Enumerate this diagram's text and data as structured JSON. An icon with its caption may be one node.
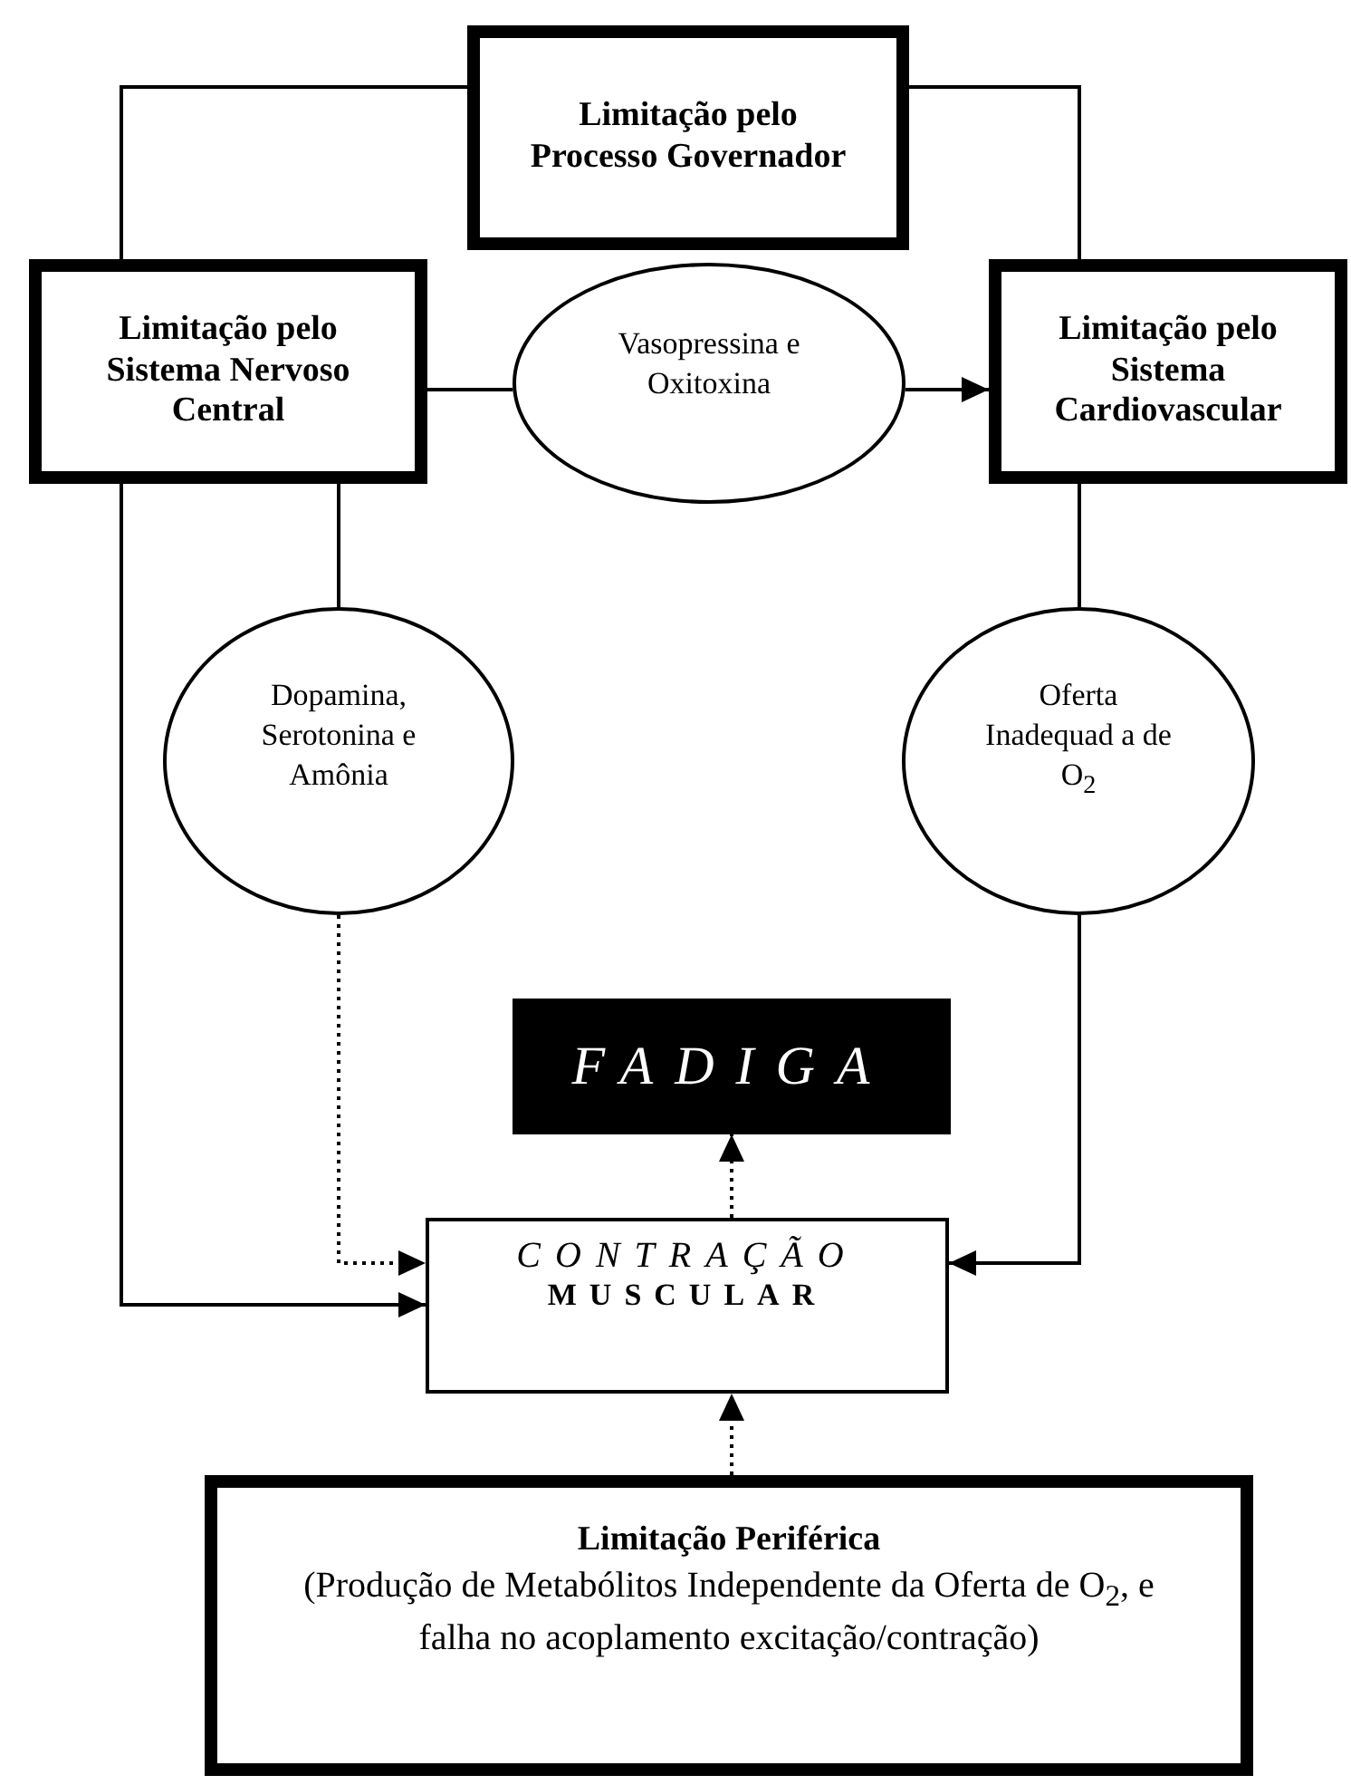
{
  "diagram": {
    "nodes": [
      {
        "text": [
          "Limitação pelo Processo Governador"
        ]
      },
      {
        "text": [
          "Limitação pelo Sistema Nervoso Central"
        ]
      },
      {
        "text": [
          "Vasopressina e Oxitoxina"
        ]
      },
      {
        "text": [
          "Limitação pelo Sistema Cardiovascular"
        ]
      },
      {
        "text": [
          "Dopamina, Serotonina e Amônia"
        ]
      },
      {
        "text": [
          "Oferta Inadequad a de O$_{2}$"
        ]
      },
      {
        "text": [
          "FADIGA"
        ]
      },
      {
        "text": [
          "CONTRAÇÃO",
          "MUSCULAR"
        ]
      },
      {
        "text": [
          "Limitação Periférica",
          "(Produção de Metabólitos Independente da Oferta de O$_{2}$, e falha no acoplamento excitação/contração)"
        ]
      }
    ],
    "edges": [
      {
        "from": 0,
        "to": 1,
        "arrow": "none"
      },
      {
        "from": 0,
        "to": 3,
        "arrow": "none"
      },
      {
        "from": 1,
        "to": 2,
        "arrow": "none"
      },
      {
        "from": 2,
        "to": 3,
        "arrow": "to"
      },
      {
        "from": 1,
        "to": 4,
        "arrow": "none"
      },
      {
        "from": 3,
        "to": 5,
        "arrow": "none"
      },
      {
        "from": 4,
        "to": 7,
        "arrow": "to",
        "style": "dashed"
      },
      {
        "from": 1,
        "to": 7,
        "arrow": "to"
      },
      {
        "from": 5,
        "to": 7,
        "arrow": "to"
      },
      {
        "from": 7,
        "to": 6,
        "arrow": "to",
        "style": "dashed"
      },
      {
        "from": 8,
        "to": 7,
        "arrow": "to",
        "style": "dashed"
      }
    ]
  }
}
